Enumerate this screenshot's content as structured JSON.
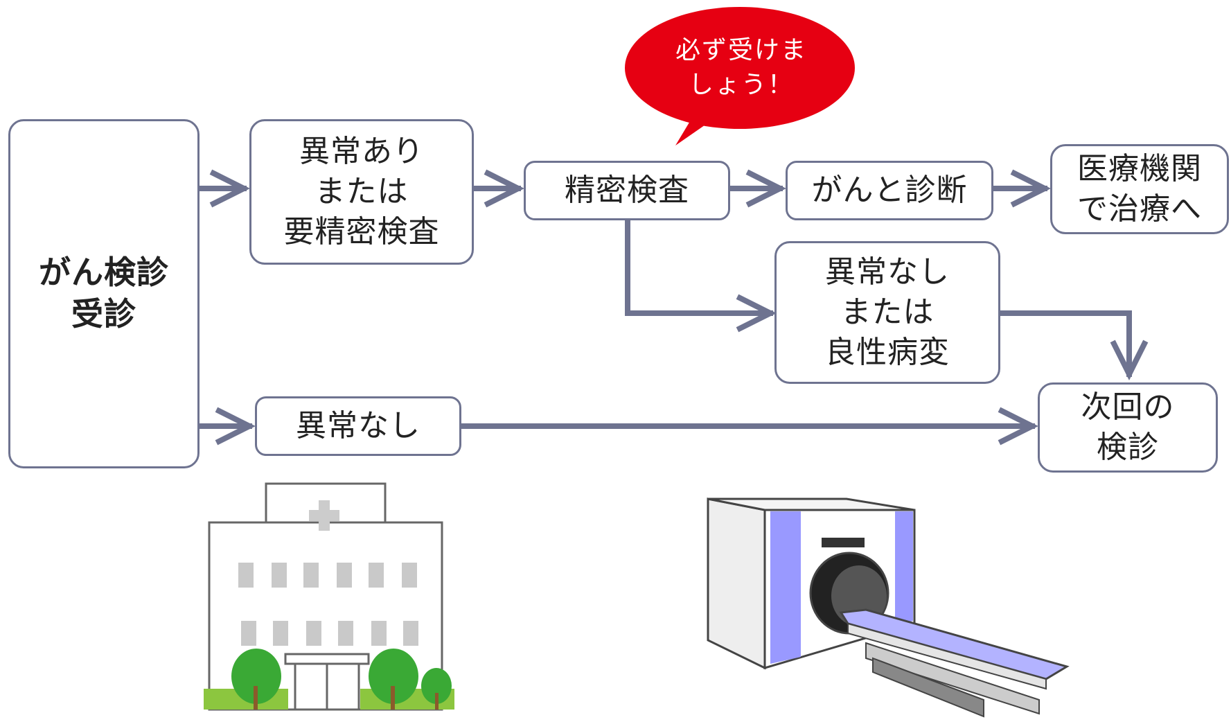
{
  "nodes": {
    "screening": "がん検診\n受診",
    "abnormal": "異常あり\nまたは\n要精密検査",
    "detailed": "精密検査",
    "cancer": "がんと診断",
    "treatment": "医療機関\nで治療へ",
    "benign": "異常なし\nまたは\n良性病変",
    "normal": "異常なし",
    "next": "次回の\n検診"
  },
  "callout": "必ず受けま\nしょう！",
  "colors": {
    "arrow": "#6e7390",
    "border": "#6e7390",
    "callout": "#e60012",
    "scanner_accent": "#9999ff",
    "tree_green": "#3aa935"
  },
  "illustrations": {
    "hospital": "hospital-illustration",
    "scanner": "ct-scanner-illustration"
  }
}
